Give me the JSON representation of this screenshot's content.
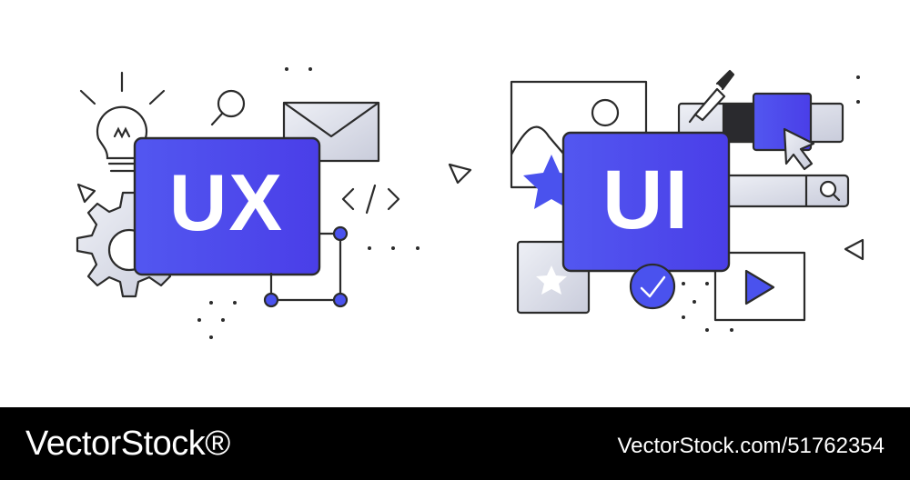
{
  "left_panel": {
    "card_text": "UX",
    "icons": [
      "lightbulb-icon",
      "magnifier-icon",
      "envelope-icon",
      "gear-icon",
      "code-brackets-icon",
      "triangle-icon",
      "node-connector-icon"
    ]
  },
  "right_panel": {
    "card_text": "UI",
    "icons": [
      "image-placeholder-icon",
      "star-icon",
      "eyedropper-icon",
      "cursor-arrow-icon",
      "search-bar-icon",
      "star-tile-icon",
      "checkmark-badge-icon",
      "play-button-icon",
      "triangle-icon"
    ]
  },
  "footer": {
    "brand": "VectorStock®",
    "stock_id": "VectorStock.com/51762354"
  },
  "colors": {
    "accent": "#4a52ee",
    "accent_light": "#5a62f5",
    "grey_fill": "#d9dbe6",
    "outline": "#2b2b2b",
    "footer_bg": "#000000"
  }
}
